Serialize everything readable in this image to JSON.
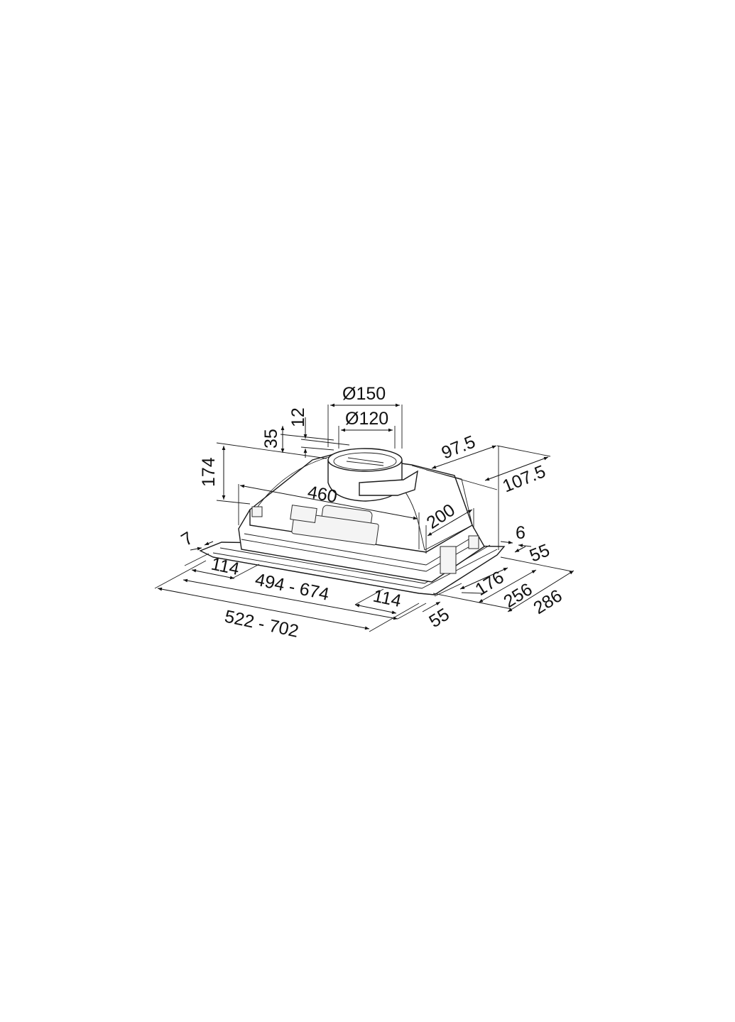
{
  "drawing": {
    "title": "Built-in cooker hood dimensional drawing",
    "units": "mm",
    "line_color": "#1a1a1a",
    "background": "#ffffff"
  },
  "dimensions": {
    "outlet_outer_diameter": "Ø150",
    "outlet_inner_diameter": "Ø120",
    "outlet_collar_height": "12",
    "outlet_offset_height": "35",
    "body_height": "174",
    "body_width_top": "460",
    "body_depth_top": "200",
    "outlet_offset_front": "97.5",
    "outlet_offset_side": "107.5",
    "frame_thickness": "7",
    "left_bracket": "114",
    "cutout_width": "494 - 674",
    "right_bracket": "114",
    "overall_width": "522 - 702",
    "rim_offset": "6",
    "rear_offset": "55",
    "front_offset": "55",
    "inner_depth": "176",
    "cutout_depth": "256",
    "overall_depth": "286"
  }
}
